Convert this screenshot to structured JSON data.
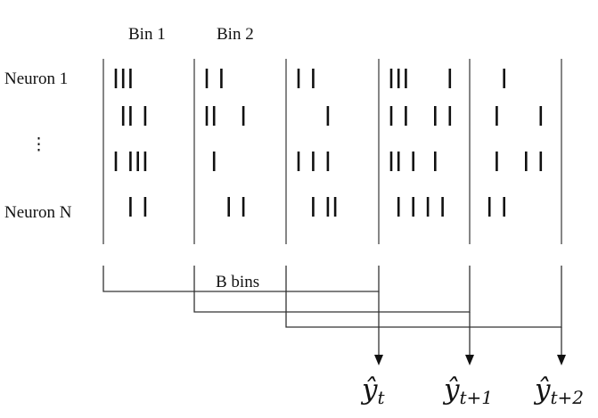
{
  "bin_labels": [
    "Bin 1",
    "Bin 2"
  ],
  "neuron_labels": [
    "Neuron 1",
    "⋮",
    "Neuron N"
  ],
  "window_label": "B bins",
  "outputs": [
    {
      "base": "ŷ",
      "sub": "t"
    },
    {
      "base": "ŷ",
      "sub": "t+1"
    },
    {
      "base": "ŷ",
      "sub": "t+2"
    }
  ],
  "bin_count_shown": 5,
  "spike_rows": [
    [
      [
        0,
        1,
        2
      ],
      [
        0,
        2
      ],
      [
        0,
        2
      ],
      [
        0,
        1,
        2,
        8
      ],
      [
        3
      ]
    ],
    [
      [
        1,
        2,
        4
      ],
      [
        0,
        1,
        5
      ],
      [
        4
      ],
      [
        0,
        2,
        6,
        8
      ],
      [
        2,
        8
      ]
    ],
    [
      [
        0,
        2,
        3,
        4
      ],
      [
        1
      ],
      [
        0,
        2,
        4
      ],
      [
        0,
        1,
        3,
        6
      ],
      [
        2,
        6,
        8
      ]
    ],
    [
      [
        2,
        4
      ],
      [
        3,
        5
      ],
      [
        2,
        4,
        5
      ],
      [
        1,
        3,
        5,
        7
      ],
      [
        1,
        3
      ]
    ]
  ]
}
